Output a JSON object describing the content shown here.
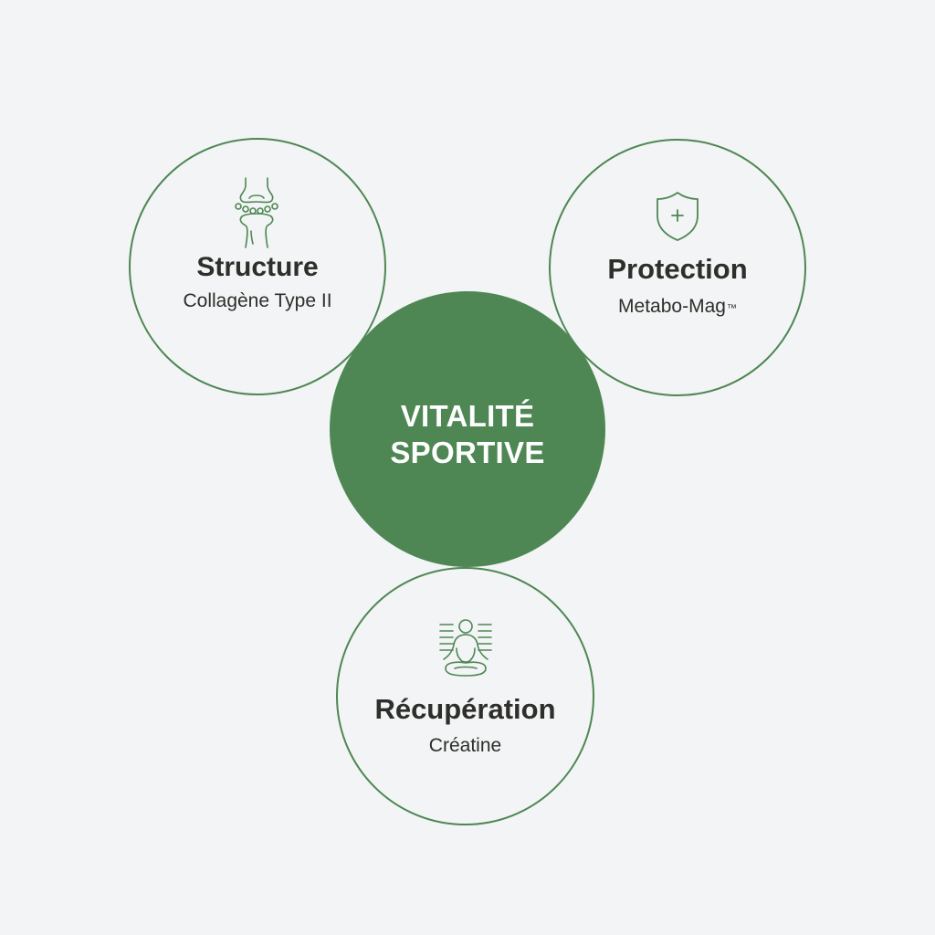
{
  "center": {
    "line1": "VITALITÉ",
    "line2": "SPORTIVE"
  },
  "nodes": [
    {
      "title": "Structure",
      "subtitle": "Collagène Type II",
      "icon": "joint-icon"
    },
    {
      "title": "Protection",
      "subtitle": "Metabo-Mag",
      "subtitle_mark": "™",
      "icon": "shield-plus-icon"
    },
    {
      "title": "Récupération",
      "subtitle": "Créatine",
      "icon": "meditation-icon"
    }
  ],
  "colors": {
    "background": "#f2f4f5",
    "accent_green": "#4e8753",
    "text_dark": "#2e2e2a",
    "center_text": "#ffffff"
  }
}
